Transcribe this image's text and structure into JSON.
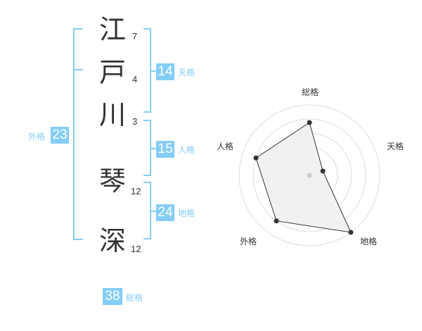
{
  "name": {
    "characters": [
      {
        "char": "江",
        "strokes": "7"
      },
      {
        "char": "戸",
        "strokes": "4"
      },
      {
        "char": "川",
        "strokes": "3"
      },
      {
        "char": "琴",
        "strokes": "12"
      },
      {
        "char": "深",
        "strokes": "12"
      }
    ]
  },
  "fortunes": {
    "tenkaku": {
      "value": "14",
      "label": "天格"
    },
    "jinkaku": {
      "value": "15",
      "label": "人格"
    },
    "chikaku": {
      "value": "24",
      "label": "地格"
    },
    "gaikaku": {
      "value": "23",
      "label": "外格"
    },
    "soukaku": {
      "value": "38",
      "label": "総格"
    }
  },
  "chart_data": {
    "type": "radar",
    "axes": [
      "総格",
      "天格",
      "地格",
      "外格",
      "人格"
    ],
    "values": [
      0.75,
      0.2,
      1.0,
      0.8,
      0.8
    ],
    "rings": 5,
    "colors": {
      "fill": "#eeeeee",
      "line": "#333333",
      "grid": "#dddddd",
      "point": "#333333",
      "center": "#cccccc"
    }
  },
  "colors": {
    "accent": "#84cdf6",
    "text": "#333333"
  }
}
